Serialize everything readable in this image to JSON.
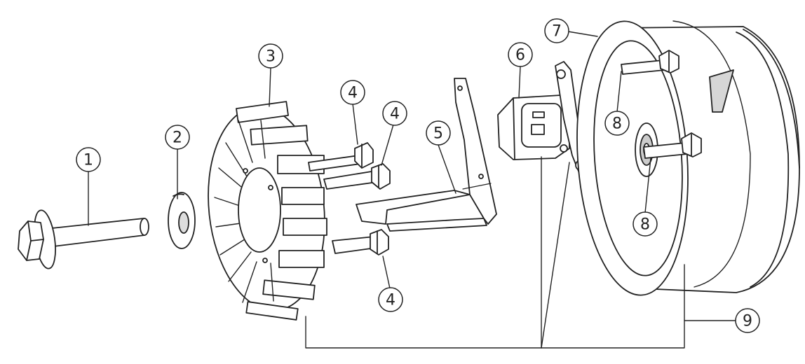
{
  "diagram": {
    "callouts": {
      "c1": "1",
      "c2": "2",
      "c3": "3",
      "c4a": "4",
      "c4b": "4",
      "c4c": "4",
      "c5": "5",
      "c6": "6",
      "c7": "7",
      "c8a": "8",
      "c8b": "8",
      "c9": "9"
    }
  },
  "colors": {
    "line": "#222222",
    "fill": "#ffffff",
    "shade": "#b8b8b8"
  }
}
